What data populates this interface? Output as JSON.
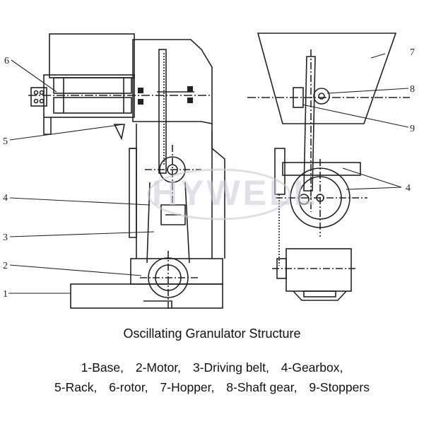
{
  "watermark": "HYWELL",
  "callouts": [
    {
      "id": "c1",
      "label": "1"
    },
    {
      "id": "c2",
      "label": "2"
    },
    {
      "id": "c3",
      "label": "3"
    },
    {
      "id": "c4-left",
      "label": "4"
    },
    {
      "id": "c5",
      "label": "5"
    },
    {
      "id": "c6",
      "label": "6"
    },
    {
      "id": "c7",
      "label": "7"
    },
    {
      "id": "c8",
      "label": "8"
    },
    {
      "id": "c9",
      "label": "9"
    },
    {
      "id": "c4-right",
      "label": "4"
    }
  ],
  "caption": "Oscillating Granulator Structure",
  "legend": {
    "row1": [
      "1-Base,",
      "2-Motor,",
      "3-Driving belt,",
      "4-Gearbox,"
    ],
    "row2": [
      "5-Rack,",
      "6-rotor,",
      "7-Hopper,",
      "8-Shaft gear,",
      "9-Stoppers"
    ]
  },
  "colors": {
    "line": "#222222",
    "watermark": "#c8ccd6",
    "background": "#ffffff"
  }
}
